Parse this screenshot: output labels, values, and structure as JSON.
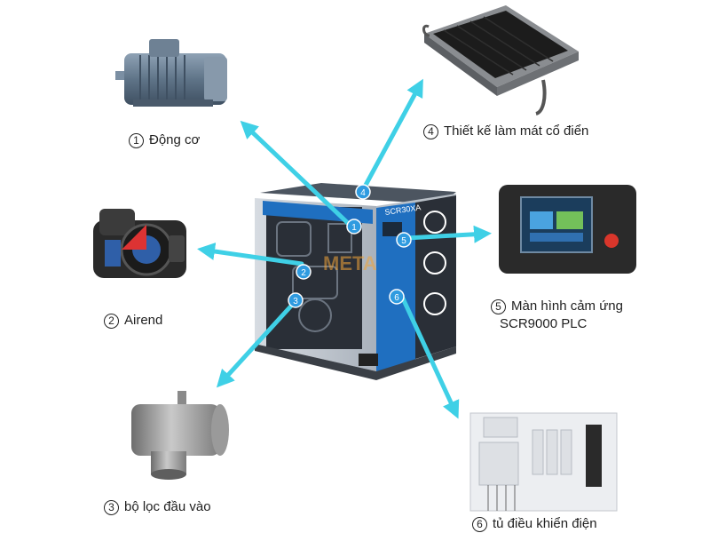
{
  "machine": {
    "model_label": "SCR30XA",
    "watermark": "META"
  },
  "markers": [
    "1",
    "2",
    "3",
    "4",
    "5",
    "6"
  ],
  "components": [
    {
      "num": "1",
      "label": "Động cơ"
    },
    {
      "num": "2",
      "label": "Airend"
    },
    {
      "num": "3",
      "label": "bộ lọc đầu vào"
    },
    {
      "num": "4",
      "label": "Thiết kế làm mát cổ điển"
    },
    {
      "num": "5",
      "label": "Màn hình cảm ứng",
      "label_line2": "SCR9000 PLC"
    },
    {
      "num": "6",
      "label": "tủ điều khiển điện"
    }
  ],
  "colors": {
    "arrow": "#3fd0e6",
    "machine_blue": "#1f6fc0",
    "machine_dark": "#2b2f36",
    "marker_fill": "#2f9be0"
  }
}
